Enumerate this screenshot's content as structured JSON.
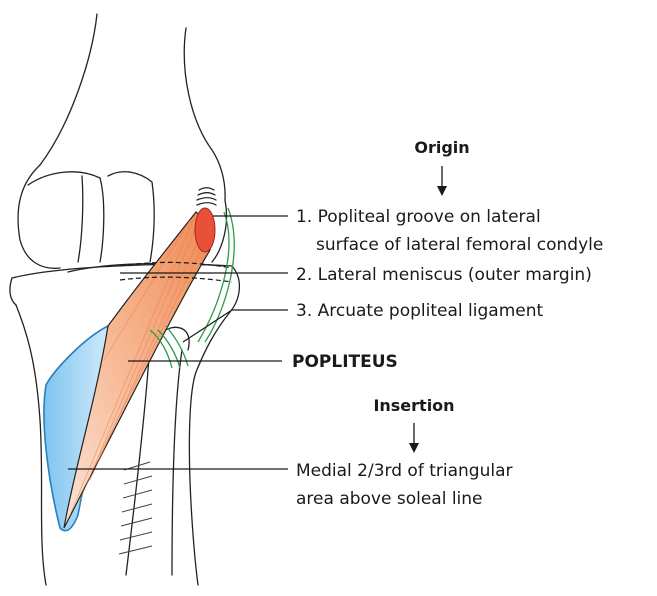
{
  "origin": {
    "heading": "Origin",
    "items": [
      {
        "lines": [
          "1. Popliteal groove on lateral",
          "surface of lateral femoral condyle"
        ]
      },
      {
        "lines": [
          "2. Lateral meniscus (outer margin)"
        ]
      },
      {
        "lines": [
          "3. Arcuate popliteal ligament"
        ]
      }
    ]
  },
  "muscle": {
    "name": "POPLITEUS"
  },
  "insertion": {
    "heading": "Insertion",
    "lines": [
      "Medial 2/3rd of triangular",
      "area above soleal line"
    ]
  },
  "colors": {
    "muscle_light": "#fbd7c3",
    "muscle_dark": "#f28b52",
    "origin_oval": "#e8503a",
    "insertion_area": "#a9d9f5",
    "insertion_edge": "#2a7fc0",
    "ligament": "#2e9a4a"
  }
}
